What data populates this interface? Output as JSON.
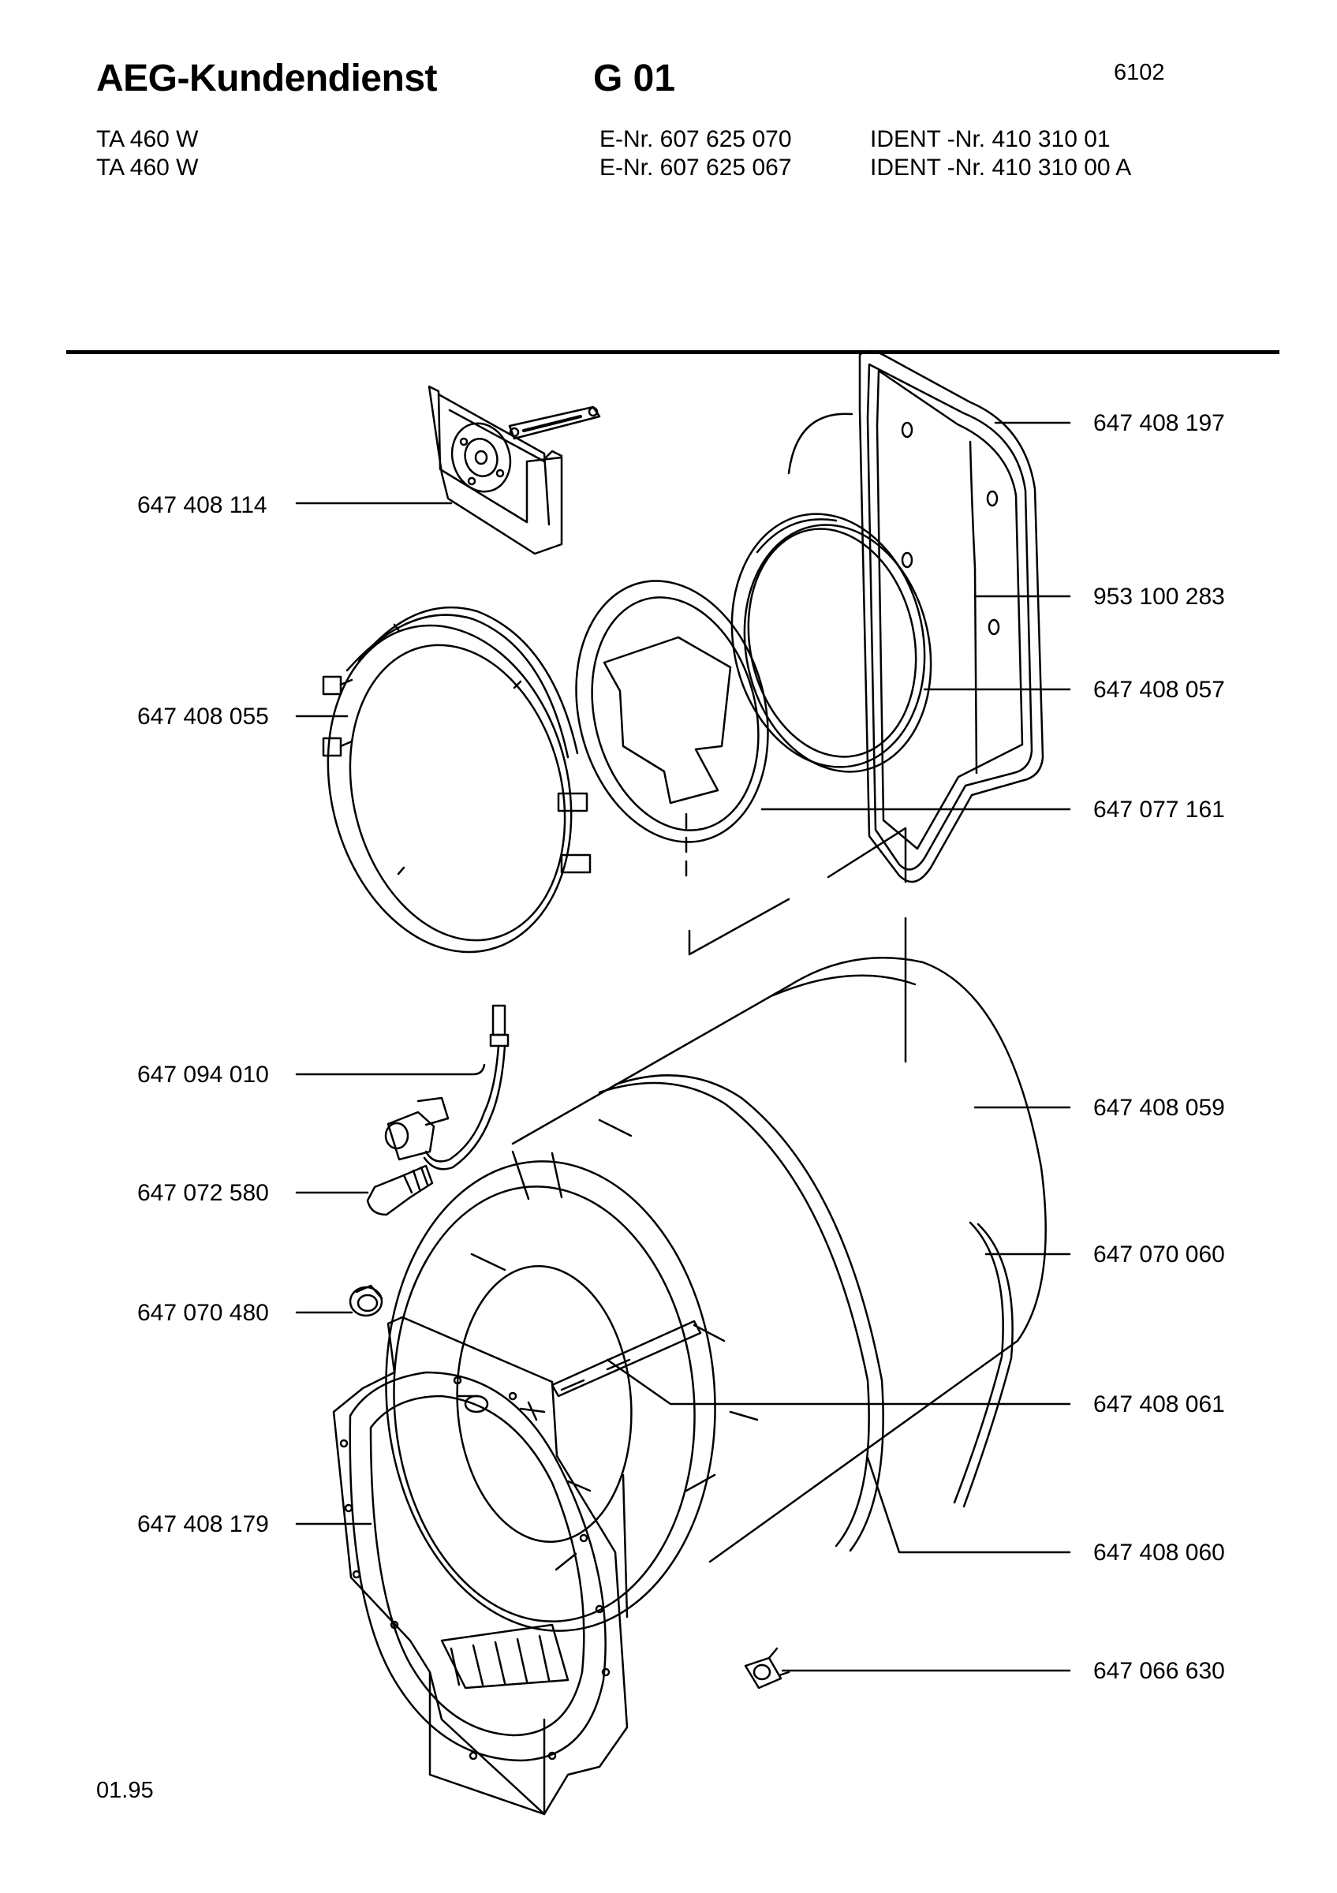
{
  "header": {
    "brand": "AEG-Kundendienst",
    "section": "G 01",
    "page_code": "6102",
    "models": [
      {
        "model": "TA 460 W",
        "e_nr": "E-Nr. 607 625 070",
        "ident": "IDENT -Nr. 410 310 01"
      },
      {
        "model": "TA 460 W",
        "e_nr": "E-Nr. 607 625 067",
        "ident": "IDENT -Nr. 410 310 00 A"
      }
    ]
  },
  "parts_left": [
    {
      "id": "bracket",
      "number": "647 408 114"
    },
    {
      "id": "front-ring",
      "number": "647 408 055"
    },
    {
      "id": "wire-lamp",
      "number": "647 094 010"
    },
    {
      "id": "plug",
      "number": "647 072 580"
    },
    {
      "id": "knob",
      "number": "647 070 480"
    },
    {
      "id": "front-frame",
      "number": "647 408 179"
    }
  ],
  "parts_right": [
    {
      "id": "rear-panel",
      "number": "647 408 197"
    },
    {
      "id": "seal",
      "number": "953 100 283"
    },
    {
      "id": "rear-ring",
      "number": "647 408 057"
    },
    {
      "id": "filter",
      "number": "647 077 161"
    },
    {
      "id": "drum",
      "number": "647 408 059"
    },
    {
      "id": "belt",
      "number": "647 070 060"
    },
    {
      "id": "drum-rib",
      "number": "647 408 061"
    },
    {
      "id": "drum-band",
      "number": "647 408 060"
    },
    {
      "id": "sensor",
      "number": "647 066 630"
    }
  ],
  "footer": {
    "date_code": "01.95"
  }
}
